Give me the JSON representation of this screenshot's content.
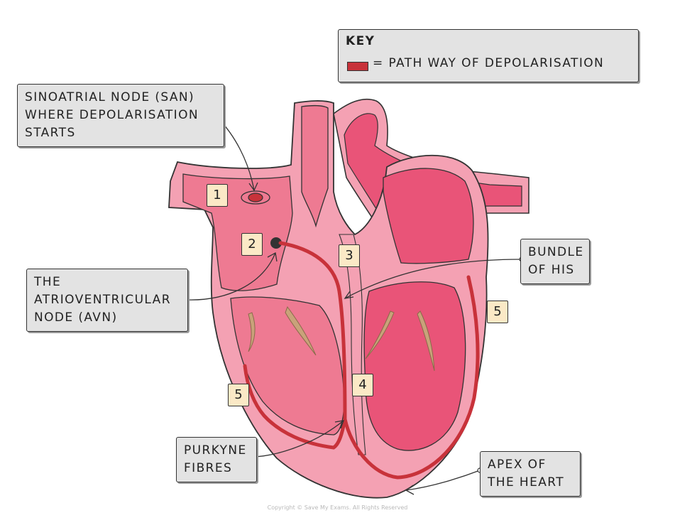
{
  "key": {
    "title": "KEY",
    "entry": "= PATH WAY OF DEPOLARISATION",
    "swatch_color": "#c8323a"
  },
  "labels": {
    "san": [
      "SINOATRIAL NODE (SAN)",
      "WHERE DEPOLARISATION",
      "STARTS"
    ],
    "avn": [
      "THE",
      "ATRIOVENTRICULAR",
      "NODE (AVN)"
    ],
    "bundle_of_his": [
      "BUNDLE",
      "OF HIS"
    ],
    "purkyne": [
      "PURKYNE",
      "FIBRES"
    ],
    "apex": [
      "APEX OF",
      "THE HEART"
    ]
  },
  "steps": {
    "step1": "1",
    "step2": "2",
    "step3": "3",
    "step4": "4",
    "step5_left": "5",
    "step5_right": "5"
  },
  "copyright": "Copyright © Save My Exams. All Rights Reserved",
  "colors": {
    "outer_wall": "#f4a1b3",
    "muscle": "#ee7a92",
    "chamber": "#e95478",
    "valve": "#c9a27a",
    "pathway": "#c8323a",
    "label_bg": "#e3e3e3",
    "number_bg": "#fbe9c6"
  }
}
